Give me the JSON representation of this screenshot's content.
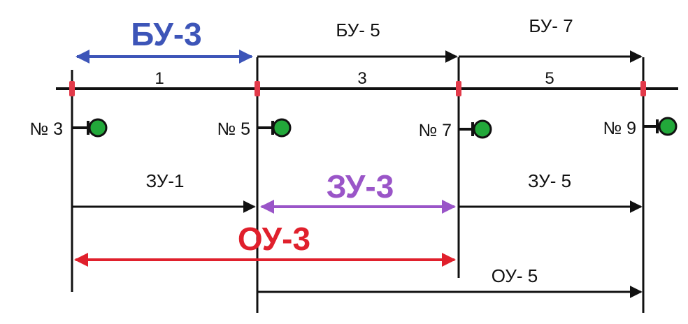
{
  "colors": {
    "line": "#111111",
    "joint": "#e23a4a",
    "signal_lamp": "#22a83a",
    "blue": "#3d55b8",
    "purple": "#9a55c8",
    "red": "#e0202c"
  },
  "sections": [
    "1",
    "3",
    "5"
  ],
  "signals": [
    "№ 3",
    "№ 5",
    "№ 7",
    "№ 9"
  ],
  "labels": {
    "by3": "БУ-3",
    "by5": "БУ- 5",
    "by7": "БУ- 7",
    "zy1": "ЗУ-1",
    "zy3": "ЗУ-3",
    "zy5": "ЗУ- 5",
    "oy3": "ОУ-3",
    "oy5": "ОУ- 5"
  }
}
